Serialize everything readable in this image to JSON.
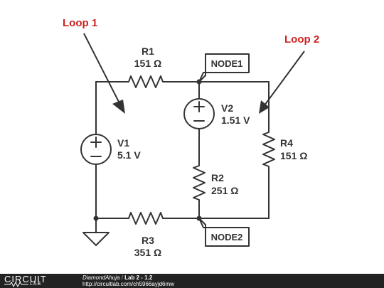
{
  "annotations": {
    "loop1": "Loop 1",
    "loop2": "Loop 2"
  },
  "components": {
    "r1": {
      "name": "R1",
      "value": "151 Ω"
    },
    "r2": {
      "name": "R2",
      "value": "251 Ω"
    },
    "r3": {
      "name": "R3",
      "value": "351 Ω"
    },
    "r4": {
      "name": "R4",
      "value": "151 Ω"
    },
    "v1": {
      "name": "V1",
      "value": "5.1 V"
    },
    "v2": {
      "name": "V2",
      "value": "1.51 V"
    }
  },
  "nodes": {
    "node1": "NODE1",
    "node2": "NODE2"
  },
  "footer": {
    "logo_top": "CIRCUIT",
    "logo_bottom": "LAB",
    "author": "DiamondAhuja",
    "separator": " / ",
    "project": "Lab 2 - 1.2",
    "url": "http://circuitlab.com/ch5966ayjd6mw"
  },
  "colors": {
    "wire": "#333333",
    "annotation": "#cc2222",
    "footer_bg": "#222222"
  }
}
